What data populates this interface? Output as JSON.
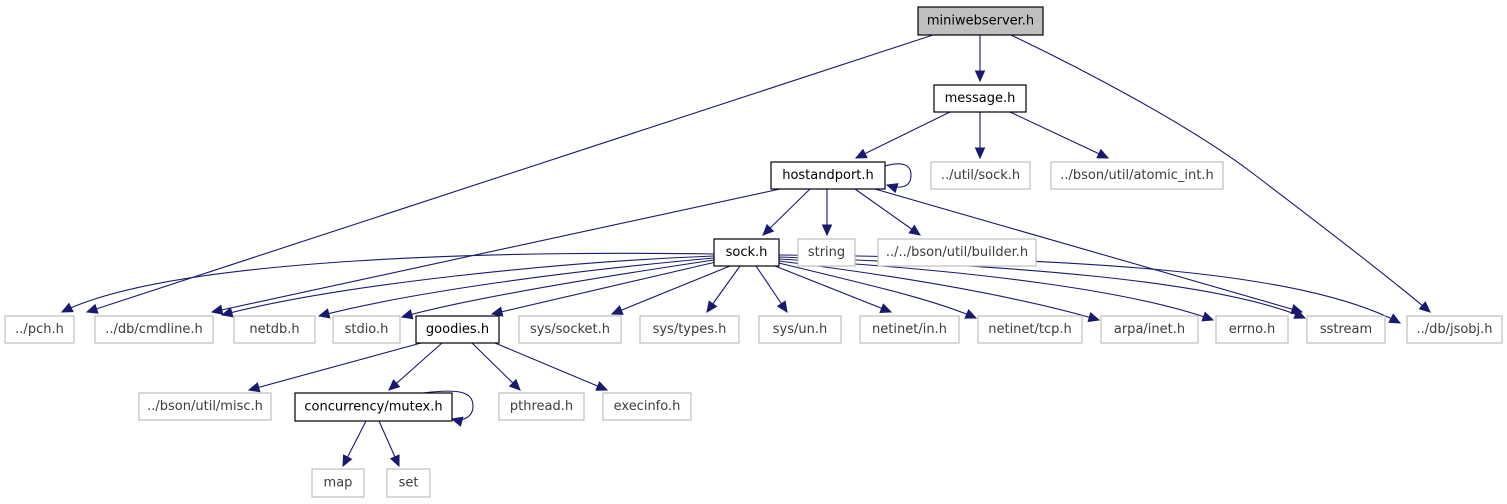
{
  "colors": {
    "edge": "#191970",
    "root_fill": "#bfbfbf",
    "documented_border": "#000000",
    "external_border": "#bfbfbf",
    "external_text": "#3c3c3c"
  },
  "nodes": [
    {
      "id": "miniwebserver",
      "label": "miniwebserver.h",
      "kind": "root"
    },
    {
      "id": "message",
      "label": "message.h",
      "kind": "doc"
    },
    {
      "id": "hostandport",
      "label": "hostandport.h",
      "kind": "doc"
    },
    {
      "id": "util_sock",
      "label": "../util/sock.h",
      "kind": "ext"
    },
    {
      "id": "atomic_int",
      "label": "../bson/util/atomic_int.h",
      "kind": "ext"
    },
    {
      "id": "sock",
      "label": "sock.h",
      "kind": "doc"
    },
    {
      "id": "string",
      "label": "string",
      "kind": "ext"
    },
    {
      "id": "builder",
      "label": "../../bson/util/builder.h",
      "kind": "ext"
    },
    {
      "id": "pch",
      "label": "../pch.h",
      "kind": "ext"
    },
    {
      "id": "cmdline",
      "label": "../db/cmdline.h",
      "kind": "ext"
    },
    {
      "id": "netdb",
      "label": "netdb.h",
      "kind": "ext"
    },
    {
      "id": "stdio",
      "label": "stdio.h",
      "kind": "ext"
    },
    {
      "id": "goodies",
      "label": "goodies.h",
      "kind": "doc"
    },
    {
      "id": "sys_socket",
      "label": "sys/socket.h",
      "kind": "ext"
    },
    {
      "id": "sys_types",
      "label": "sys/types.h",
      "kind": "ext"
    },
    {
      "id": "sys_un",
      "label": "sys/un.h",
      "kind": "ext"
    },
    {
      "id": "netinet_in",
      "label": "netinet/in.h",
      "kind": "ext"
    },
    {
      "id": "netinet_tcp",
      "label": "netinet/tcp.h",
      "kind": "ext"
    },
    {
      "id": "arpa_inet",
      "label": "arpa/inet.h",
      "kind": "ext"
    },
    {
      "id": "errno",
      "label": "errno.h",
      "kind": "ext"
    },
    {
      "id": "sstream",
      "label": "sstream",
      "kind": "ext"
    },
    {
      "id": "jsobj",
      "label": "../db/jsobj.h",
      "kind": "ext"
    },
    {
      "id": "misc",
      "label": "../bson/util/misc.h",
      "kind": "ext"
    },
    {
      "id": "mutex",
      "label": "concurrency/mutex.h",
      "kind": "doc"
    },
    {
      "id": "pthread",
      "label": "pthread.h",
      "kind": "ext"
    },
    {
      "id": "execinfo",
      "label": "execinfo.h",
      "kind": "ext"
    },
    {
      "id": "map",
      "label": "map",
      "kind": "ext"
    },
    {
      "id": "set",
      "label": "set",
      "kind": "ext"
    }
  ],
  "edges": [
    {
      "from": "miniwebserver",
      "to": "pch"
    },
    {
      "from": "miniwebserver",
      "to": "message"
    },
    {
      "from": "miniwebserver",
      "to": "jsobj"
    },
    {
      "from": "message",
      "to": "hostandport"
    },
    {
      "from": "message",
      "to": "util_sock"
    },
    {
      "from": "message",
      "to": "atomic_int"
    },
    {
      "from": "hostandport",
      "to": "hostandport"
    },
    {
      "from": "hostandport",
      "to": "sock"
    },
    {
      "from": "hostandport",
      "to": "string"
    },
    {
      "from": "hostandport",
      "to": "builder"
    },
    {
      "from": "hostandport",
      "to": "cmdline"
    },
    {
      "from": "hostandport",
      "to": "sstream"
    },
    {
      "from": "sock",
      "to": "pch"
    },
    {
      "from": "sock",
      "to": "cmdline"
    },
    {
      "from": "sock",
      "to": "netdb"
    },
    {
      "from": "sock",
      "to": "stdio"
    },
    {
      "from": "sock",
      "to": "goodies"
    },
    {
      "from": "sock",
      "to": "sys_socket"
    },
    {
      "from": "sock",
      "to": "sys_types"
    },
    {
      "from": "sock",
      "to": "sys_un"
    },
    {
      "from": "sock",
      "to": "netinet_in"
    },
    {
      "from": "sock",
      "to": "netinet_tcp"
    },
    {
      "from": "sock",
      "to": "arpa_inet"
    },
    {
      "from": "sock",
      "to": "errno"
    },
    {
      "from": "sock",
      "to": "sstream"
    },
    {
      "from": "sock",
      "to": "jsobj"
    },
    {
      "from": "goodies",
      "to": "misc"
    },
    {
      "from": "goodies",
      "to": "mutex"
    },
    {
      "from": "goodies",
      "to": "pthread"
    },
    {
      "from": "goodies",
      "to": "execinfo"
    },
    {
      "from": "mutex",
      "to": "mutex"
    },
    {
      "from": "mutex",
      "to": "map"
    },
    {
      "from": "mutex",
      "to": "set"
    }
  ]
}
